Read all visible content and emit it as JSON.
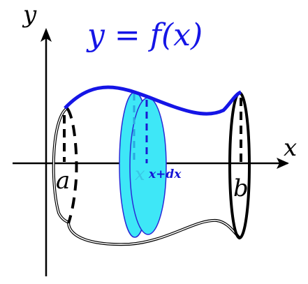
{
  "equation": "y = f(x)",
  "axes": {
    "x_label": "x",
    "y_label": "y"
  },
  "markers": {
    "a": "a",
    "x": "x",
    "x_plus_dx": "x+dx",
    "b": "b"
  },
  "colors": {
    "curve": "#1515e6",
    "equation": "#1515e6",
    "disk_fill": "#3ee7f7",
    "disk_stroke": "#2a2ad6",
    "outline": "#000000",
    "x_marker": "#39c6e6",
    "xdx_marker": "#1515d6"
  }
}
